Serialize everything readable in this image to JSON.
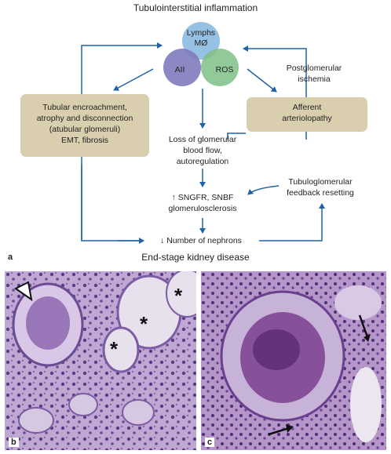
{
  "diagram": {
    "title": "Tubulointerstitial inflammation",
    "venn": {
      "top": "Lymphs",
      "top2": "MØ",
      "left": "AII",
      "right": "ROS",
      "colors": {
        "top": "#8fbfe3",
        "left": "#7f7bbd",
        "right": "#7fbf86"
      }
    },
    "left_box": [
      "Tubular encroachment,",
      "atrophy and disconnection",
      "(atubular glomeruli)",
      "EMT, fibrosis"
    ],
    "right_box": [
      "Afferent",
      "arteriolopathy"
    ],
    "postglomerular": [
      "Postglomerular",
      "ischemia"
    ],
    "loss": [
      "Loss of glomerular",
      "blood flow,",
      "autoregulation"
    ],
    "sngfr": [
      "↑ SNGFR, SNBF",
      "glomerulosclerosis"
    ],
    "tgf": [
      "Tubuloglomerular",
      "feedback resetting"
    ],
    "nephrons": "↓ Number of nephrons",
    "panel_a": "a",
    "footer": "End-stage kidney disease",
    "arrow_color": "#1f63a8",
    "box_color": "#d9cfae"
  },
  "micrographs": {
    "b_label": "b",
    "c_label": "c",
    "asterisk": "*"
  }
}
